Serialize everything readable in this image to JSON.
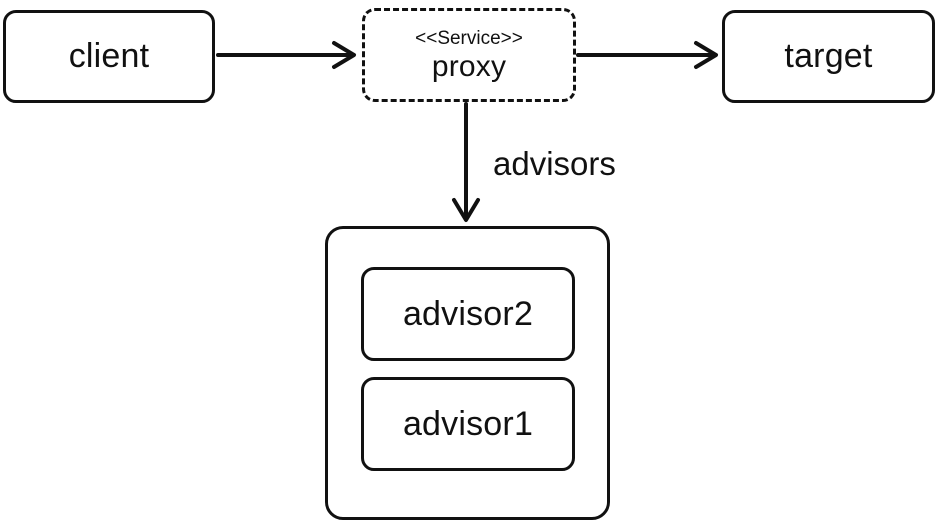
{
  "nodes": {
    "client": {
      "label": "client"
    },
    "proxy": {
      "stereotype": "<<Service>>",
      "label": "proxy"
    },
    "target": {
      "label": "target"
    },
    "advisor2": {
      "label": "advisor2"
    },
    "advisor1": {
      "label": "advisor1"
    }
  },
  "edges": [
    {
      "from": "client",
      "to": "proxy",
      "label": ""
    },
    {
      "from": "proxy",
      "to": "target",
      "label": ""
    },
    {
      "from": "proxy",
      "to": "advisors",
      "label": "advisors"
    }
  ],
  "colors": {
    "stroke": "#111111",
    "background": "#ffffff"
  }
}
